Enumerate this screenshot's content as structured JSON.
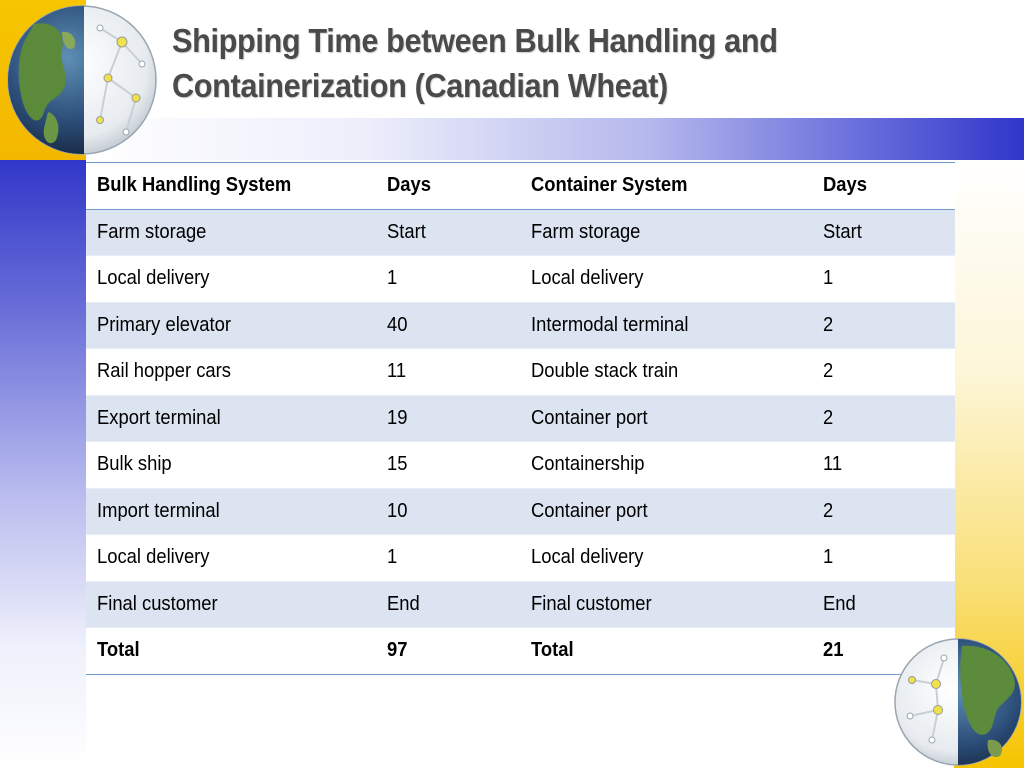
{
  "slide": {
    "title": "Shipping Time between Bulk Handling and Containerization (Canadian Wheat)",
    "colors": {
      "accent_blue": "#3036c9",
      "accent_yellow": "#f5c400",
      "alt_row": "#dbe4f0",
      "rule": "#6f9bd0"
    }
  },
  "table": {
    "headers": [
      "Bulk Handling System",
      "Days",
      "Container System",
      "Days"
    ],
    "rows": [
      [
        "Farm storage",
        "Start",
        "Farm storage",
        "Start"
      ],
      [
        "Local delivery",
        "1",
        "Local delivery",
        "1"
      ],
      [
        "Primary elevator",
        "40",
        "Intermodal terminal",
        "2"
      ],
      [
        "Rail hopper cars",
        "11",
        "Double stack train",
        "2"
      ],
      [
        "Export terminal",
        "19",
        "Container port",
        "2"
      ],
      [
        "Bulk ship",
        "15",
        "Containership",
        "11"
      ],
      [
        "Import terminal",
        "10",
        "Container port",
        "2"
      ],
      [
        "Local delivery",
        "1",
        "Local delivery",
        "1"
      ],
      [
        "Final customer",
        "End",
        "Final customer",
        "End"
      ]
    ],
    "total": [
      "Total",
      "97",
      "Total",
      "21"
    ]
  },
  "icons": {
    "top_left": "globe-network-icon",
    "bottom_right": "globe-network-icon"
  }
}
